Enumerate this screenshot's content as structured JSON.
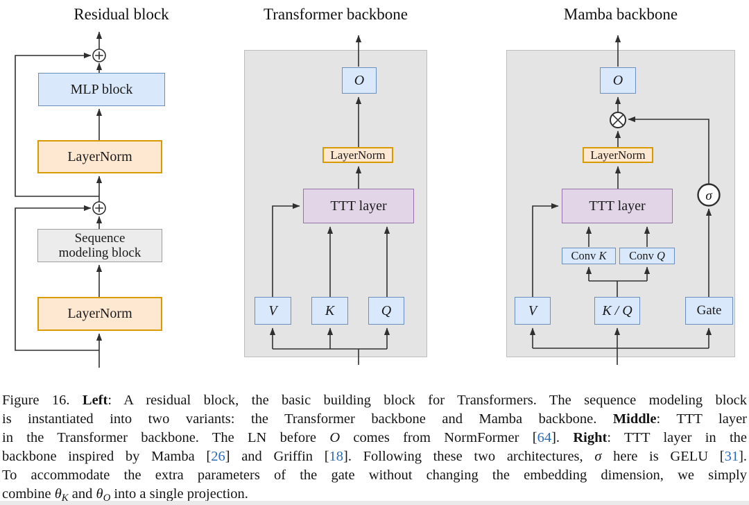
{
  "panels": {
    "residual": {
      "title": "Residual block",
      "mlp": "MLP block",
      "layernorm_top": "LayerNorm",
      "seq_line1": "Sequence",
      "seq_line2": "modeling block",
      "layernorm_bottom": "LayerNorm"
    },
    "transformer": {
      "title": "Transformer backbone",
      "o": "O",
      "layernorm": "LayerNorm",
      "ttt": "TTT layer",
      "v": "V",
      "k": "K",
      "q": "Q"
    },
    "mamba": {
      "title": "Mamba backbone",
      "o": "O",
      "layernorm": "LayerNorm",
      "ttt": "TTT layer",
      "conv_k_prefix": "Conv",
      "conv_k_math": "K",
      "conv_q_prefix": "Conv",
      "conv_q_math": "Q",
      "v": "V",
      "kq": "K / Q",
      "gate": "Gate",
      "sigma": "σ"
    }
  },
  "caption": {
    "lines": [
      {
        "justify": true,
        "segments": [
          {
            "style": "t",
            "text": "Figure 16. "
          },
          {
            "style": "b",
            "text": "Left"
          },
          {
            "style": "t",
            "text": ": A residual block, the basic building block for Transformers. The sequence modeling block"
          }
        ]
      },
      {
        "justify": true,
        "segments": [
          {
            "style": "t",
            "text": "is instantiated into two variants: the Transformer backbone and Mamba backbone. "
          },
          {
            "style": "b",
            "text": "Middle"
          },
          {
            "style": "t",
            "text": ": TTT layer"
          }
        ]
      },
      {
        "justify": true,
        "segments": [
          {
            "style": "t",
            "text": "in the Transformer backbone. The LN before "
          },
          {
            "style": "i",
            "text": "O"
          },
          {
            "style": "t",
            "text": " comes from NormFormer ["
          },
          {
            "style": "c",
            "text": "64"
          },
          {
            "style": "t",
            "text": "]. "
          },
          {
            "style": "b",
            "text": "Right"
          },
          {
            "style": "t",
            "text": ": TTT layer in the"
          }
        ]
      },
      {
        "justify": true,
        "segments": [
          {
            "style": "t",
            "text": "backbone inspired by Mamba ["
          },
          {
            "style": "c",
            "text": "26"
          },
          {
            "style": "t",
            "text": "] and Griffin ["
          },
          {
            "style": "c",
            "text": "18"
          },
          {
            "style": "t",
            "text": "]. Following these two architectures, "
          },
          {
            "style": "i",
            "text": "σ"
          },
          {
            "style": "t",
            "text": " here is GELU ["
          },
          {
            "style": "c",
            "text": "31"
          },
          {
            "style": "t",
            "text": "]."
          }
        ]
      },
      {
        "justify": true,
        "segments": [
          {
            "style": "t",
            "text": "To accommodate the extra parameters of the gate without changing the embedding dimension, we simply"
          }
        ]
      },
      {
        "justify": false,
        "segments": [
          {
            "style": "t",
            "text": "combine "
          },
          {
            "style": "i",
            "text": "θ"
          },
          {
            "style": "sub",
            "text": "K"
          },
          {
            "style": "t",
            "text": " and "
          },
          {
            "style": "i",
            "text": "θ"
          },
          {
            "style": "sub",
            "text": "Q"
          },
          {
            "style": "t",
            "text": " into a single projection."
          }
        ]
      }
    ]
  },
  "colors": {
    "lineColor": "#2f2f2f",
    "blueFill": "#dae8fc",
    "blueBorder": "#6c8ebf",
    "orangeFill": "#ffe8d2",
    "orangeBorder": "#d79b00",
    "purpleFill": "#e1d5e7",
    "purpleBorder": "#9673a6",
    "grayFill": "#ececec",
    "grayBorder": "#9e9e9e",
    "panelFill": "#e4e4e4",
    "panelBorder": "#bdbdbd",
    "citeColor": "#2b6cb5",
    "textColor": "#141414"
  }
}
